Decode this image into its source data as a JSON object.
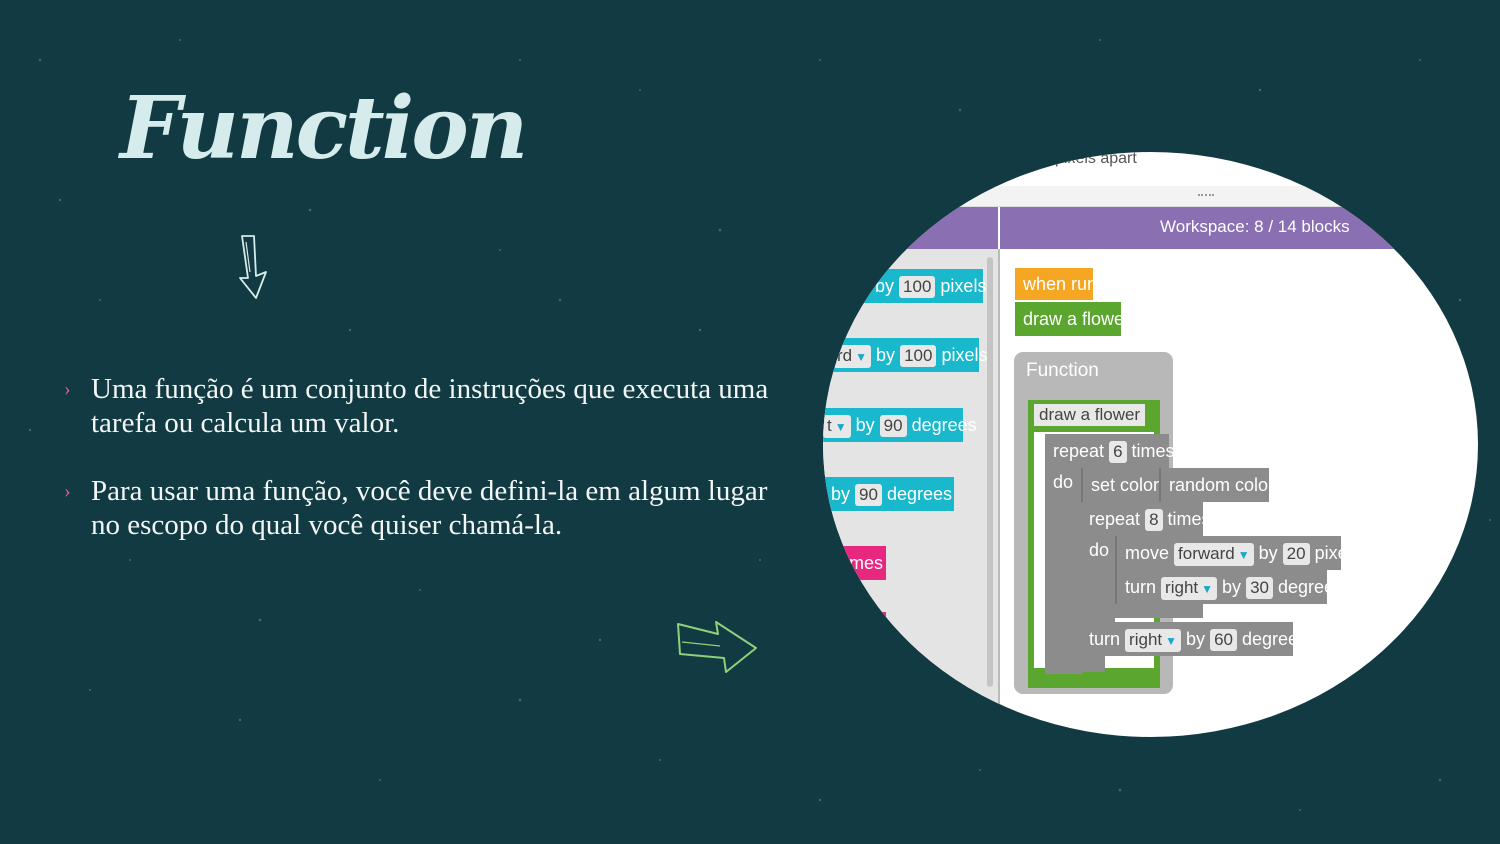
{
  "slide": {
    "title": "Function",
    "bullets": [
      "Uma função é um conjunto de instruções que executa uma tarefa ou calcula um valor.",
      "Para usar uma função, você deve defini-la em algum lugar no escopo do qual você quiser chamá-la."
    ],
    "bullet_marker": "›",
    "colors": {
      "background": "#123a42",
      "title": "#d6ecec",
      "marker": "#e2589b",
      "arrow_down": "#d6ecec",
      "arrow_right": "#8fd17a"
    }
  },
  "screenshot": {
    "top_caption": "pixels apart",
    "workspace_header": "Workspace: 8 / 14 blocks",
    "toolbox": [
      {
        "pre": "",
        "mid": "by",
        "value": "100",
        "post": "pixels"
      },
      {
        "pre": "rd",
        "mid": "by",
        "value": "100",
        "post": "pixels"
      },
      {
        "pre": "t",
        "mid": "by",
        "value": "90",
        "post": "degrees"
      },
      {
        "pre": "",
        "mid": "by",
        "value": "90",
        "post": "degrees"
      },
      {
        "pre": "mes",
        "mid": "",
        "value": "",
        "post": ""
      }
    ],
    "blocks": {
      "when_run": "when run",
      "draw_call": "draw a flower",
      "function_header": "Function",
      "function_name": "draw a flower",
      "repeat_outer": {
        "label": "repeat",
        "value": "6",
        "suffix": "times"
      },
      "do_label": "do",
      "set_color": "set color",
      "random_color": "random color",
      "repeat_inner": {
        "label": "repeat",
        "value": "8",
        "suffix": "times"
      },
      "move": {
        "label": "move",
        "dir": "forward",
        "by": "by",
        "value": "20",
        "unit": "pixels"
      },
      "turn_inner": {
        "label": "turn",
        "dir": "right",
        "by": "by",
        "value": "30",
        "unit": "degrees"
      },
      "turn_outer": {
        "label": "turn",
        "dir": "right",
        "by": "by",
        "value": "60",
        "unit": "degrees"
      }
    },
    "colors": {
      "purple": "#8a6fb3",
      "cyan": "#1ab8cc",
      "pink": "#e8277e",
      "orange": "#f5a623",
      "green": "#5ba62e",
      "gray": "#8c8c8c",
      "frame": "#b8b8b8"
    }
  }
}
